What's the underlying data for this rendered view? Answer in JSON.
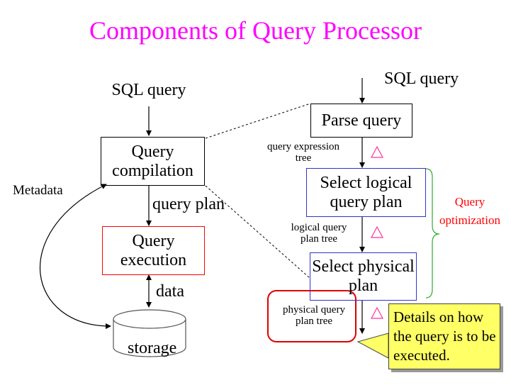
{
  "title": "Components of Query Processor",
  "colors": {
    "title": "#ff00ff",
    "box_black": "#000000",
    "box_red": "#ff0000",
    "box_blue": "#3333cc",
    "brace_green": "#33aa33",
    "triangle": "#ff3399",
    "optimization_label": "#ff0000",
    "callout_fill": "#ffff66"
  },
  "left": {
    "sql_query": "SQL query",
    "compilation": "Query compilation",
    "query_plan": "query plan",
    "execution": "Query execution",
    "data": "data",
    "storage": "storage",
    "metadata": "Metadata"
  },
  "right": {
    "sql_query": "SQL query",
    "parse": "Parse query",
    "query_expression_tree": "query expression tree",
    "select_logical": "Select logical query plan",
    "logical_query_plan_tree": "logical query plan tree",
    "select_physical": "Select physical plan",
    "physical_query_plan_tree": "physical query plan tree",
    "query_optimization": "Query optimization",
    "callout": "Details on how the query is to be executed."
  },
  "icons": [
    "delta-triangle-icon",
    "curly-brace-icon",
    "storage-cylinder-icon"
  ]
}
